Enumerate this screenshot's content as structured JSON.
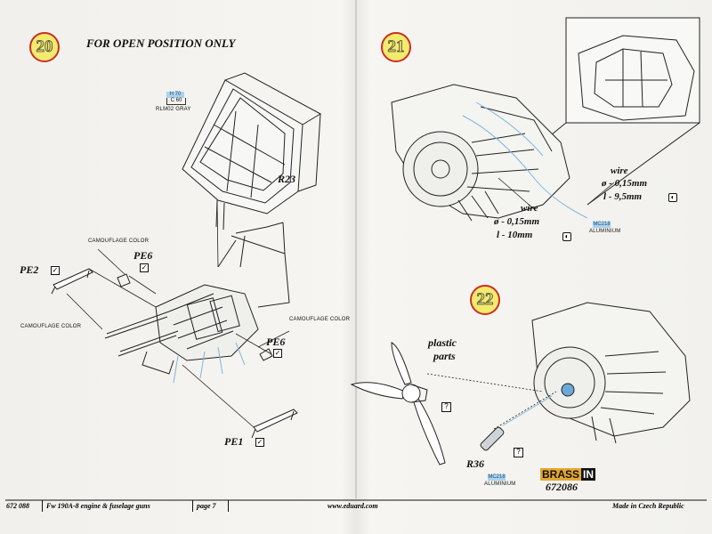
{
  "steps": {
    "s20": "20",
    "s21": "21",
    "s22": "22"
  },
  "headings": {
    "open_position": "FOR OPEN POSITION ONLY"
  },
  "color_codes": {
    "gray_h": "H 70",
    "gray_c": "C 60",
    "gray_name": "RLM02 GRAY",
    "alu_code": "MC218",
    "alu_name": "ALUMINIUM"
  },
  "labels": {
    "r23": "R23",
    "pe2": "PE2",
    "pe6": "PE6",
    "pe1": "PE1",
    "r36": "R36",
    "camouflage": "CAMOUFLAGE COLOR",
    "wire": "wire",
    "wire_dia": "ø - 0,15mm",
    "wire_len_a": "l - 9,5mm",
    "wire_len_b": "l - 10mm",
    "plastic": "plastic",
    "parts": "parts",
    "question": "?"
  },
  "brand": {
    "name_a": "BRASS",
    "name_b": "IN",
    "number": "672086"
  },
  "footer": {
    "kit": "672 088",
    "title": "Fw 190A-8 engine & fuselage guns",
    "page": "page 7",
    "url": "www.eduard.com",
    "made": "Made in Czech Republic"
  }
}
